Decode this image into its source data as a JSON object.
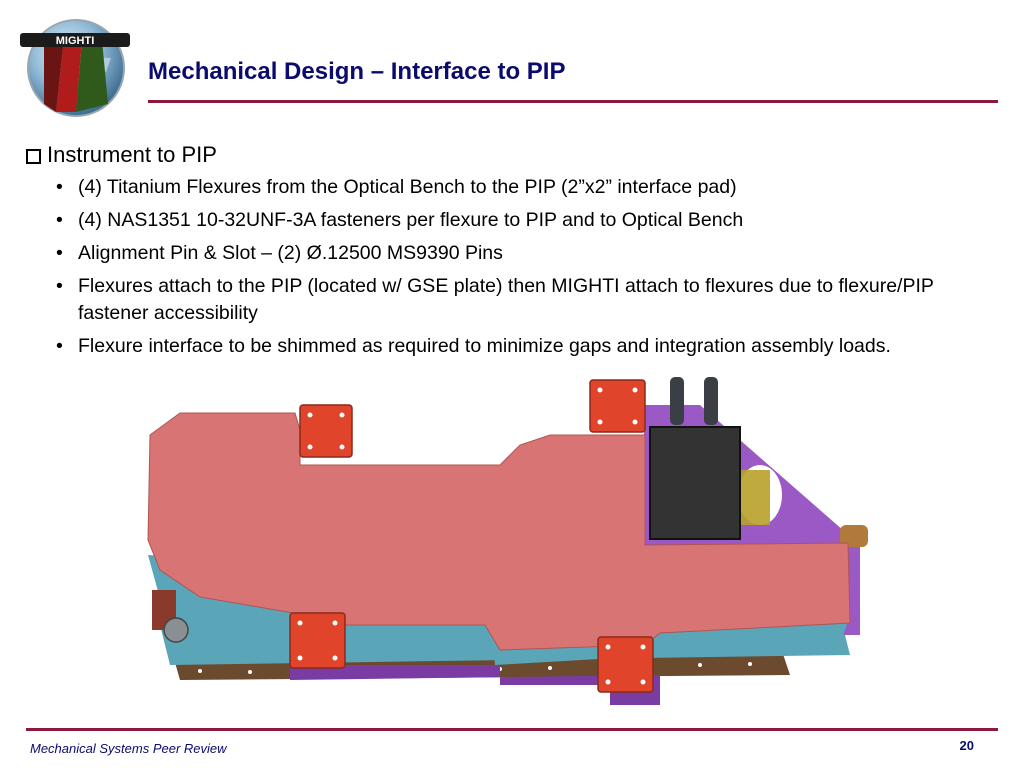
{
  "logo": {
    "text": "MIGHTI"
  },
  "header": {
    "title": "Mechanical Design – Interface to PIP"
  },
  "content": {
    "heading": "Instrument to PIP",
    "bullets": [
      "(4) Titanium Flexures from the Optical Bench to the PIP (2”x2” interface pad)",
      "(4) NAS1351 10-32UNF-3A fasteners per flexure to PIP and to Optical Bench",
      "Alignment Pin & Slot – (2) Ø.12500 MS9390 Pins",
      "Flexures attach to the PIP (located w/ GSE plate) then MIGHTI attach to flexures due to flexure/PIP fastener accessibility",
      "Flexure interface to be shimmed as required to minimize gaps and integration assembly loads."
    ]
  },
  "colors": {
    "title": "#0b0b6e",
    "rule": "#8b1a3a",
    "bench_top": "#d97474",
    "flexure": "#e0442a",
    "side_plate": "#9b59c6",
    "frame": "#5aa6b8",
    "base": "#6b4a2e"
  },
  "footer": {
    "label": "Mechanical Systems Peer Review",
    "page": "20"
  }
}
